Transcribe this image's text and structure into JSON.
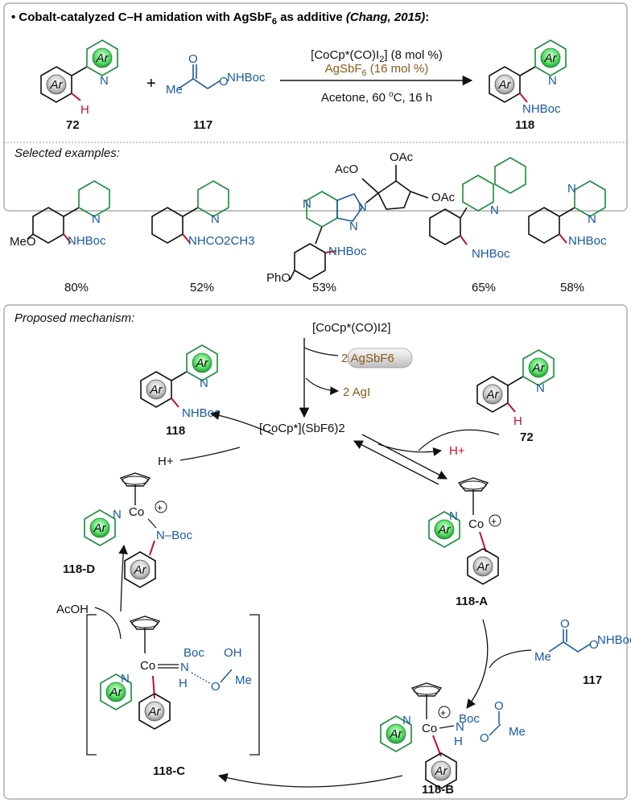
{
  "reaction": {
    "title": "• Cobalt-catalyzed C–H amidation with AgSbF",
    "title_sub": "6",
    "title_tail": " as additive ",
    "title_cite": "(Chang, 2015)",
    "title_colon": ":",
    "reagent_catalyst": "[CoCp*(CO)I",
    "reagent_catalyst_sub": "2",
    "reagent_catalyst_tail": "] (8 mol %)",
    "reagent_additive": "AgSbF",
    "reagent_additive_sub": "6",
    "reagent_additive_tail": " (16 mol %)",
    "conditions": "Acetone, 60 ",
    "conditions_sup": "o",
    "conditions_tail": "C, 16 h",
    "plus": "+",
    "substrate_label": "72",
    "reagent_label": "117",
    "product_label": "118",
    "ring_ar": "Ar",
    "pyridine_n": "N",
    "h_atom": "H",
    "amide_group": "NHBoc",
    "reagent_o": "O",
    "reagent_nhboc": "NHBoc"
  },
  "examples": {
    "heading": "Selected examples:",
    "items": [
      {
        "substituent": "MeO",
        "group": "NHBoc",
        "yield": "80%"
      },
      {
        "substituent": "",
        "group": "NHCO2CH3",
        "yield": "52%"
      },
      {
        "substituent": "PhO",
        "group": "NHBoc",
        "yield": "53%"
      },
      {
        "substituent": "",
        "group": "NHBoc",
        "yield": "65%"
      },
      {
        "substituent": "",
        "group": "NHBoc",
        "yield": "58%"
      }
    ],
    "oac": "OAc",
    "aco": "AcO",
    "n": "N"
  },
  "mechanism": {
    "heading": "Proposed mechanism:",
    "precatalyst": "[CoCp*(CO)I2]",
    "ag_in": "2 AgSbF6",
    "ag_out": "2 AgI",
    "active_catalyst": "[CoCp*](SbF6)2",
    "proton_in": "H+",
    "proton_out": "H+",
    "acoh": "AcOH",
    "intermediates": [
      "118-A",
      "118-B",
      "118-C",
      "118-D"
    ],
    "labels": {
      "product": "118",
      "substrate": "72",
      "reagent": "117"
    },
    "co": "Co",
    "boc": "Boc",
    "me": "Me",
    "oh": "OH",
    "n_boc": "N–Boc"
  }
}
